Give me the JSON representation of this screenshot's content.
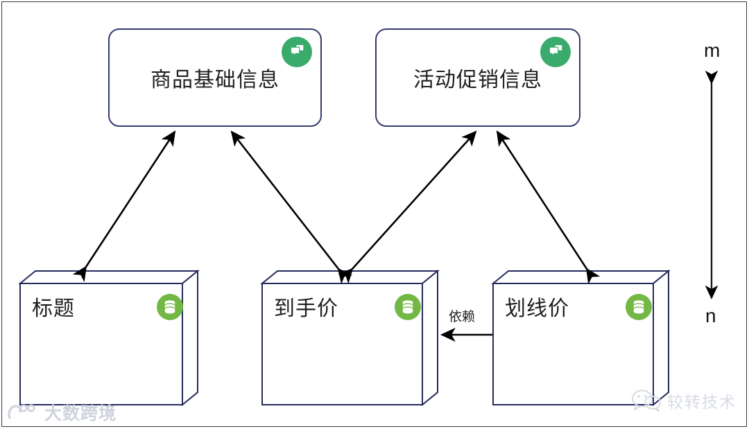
{
  "diagram": {
    "type": "entity-relationship-dependency-diagram",
    "entities": [
      {
        "id": "product-base-info",
        "label": "商品基础信息",
        "shape": "rounded-rectangle",
        "icon": "chat-bubbles-icon",
        "icon_color": "#3bab6d",
        "border_color": "#323a6d"
      },
      {
        "id": "promotion-info",
        "label": "活动促销信息",
        "shape": "rounded-rectangle",
        "icon": "chat-bubbles-icon",
        "icon_color": "#3bab6d",
        "border_color": "#323a6d"
      }
    ],
    "tables": [
      {
        "id": "title",
        "label": "标题",
        "shape": "cube-3d",
        "icon": "database-icon",
        "icon_color": "#73b844",
        "border_color": "#232a5c"
      },
      {
        "id": "final-price",
        "label": "到手价",
        "shape": "cube-3d",
        "icon": "database-icon",
        "icon_color": "#73b844",
        "border_color": "#232a5c"
      },
      {
        "id": "strikethrough-price",
        "label": "划线价",
        "shape": "cube-3d",
        "icon": "database-icon",
        "icon_color": "#73b844",
        "border_color": "#232a5c"
      }
    ],
    "connections": [
      {
        "from": "title",
        "to": "product-base-info",
        "arrow": "double",
        "label": ""
      },
      {
        "from": "final-price",
        "to": "product-base-info",
        "arrow": "double",
        "label": ""
      },
      {
        "from": "final-price",
        "to": "promotion-info",
        "arrow": "double",
        "label": ""
      },
      {
        "from": "strikethrough-price",
        "to": "promotion-info",
        "arrow": "double",
        "label": ""
      },
      {
        "from": "strikethrough-price",
        "to": "final-price",
        "arrow": "single-left",
        "label": "依赖"
      }
    ],
    "dependency_label": "依赖",
    "cardinality": {
      "top_label": "m",
      "bottom_label": "n",
      "arrow": "double-headed-vertical"
    }
  },
  "watermarks": {
    "left": "大数跨境",
    "right": "较转技术"
  }
}
